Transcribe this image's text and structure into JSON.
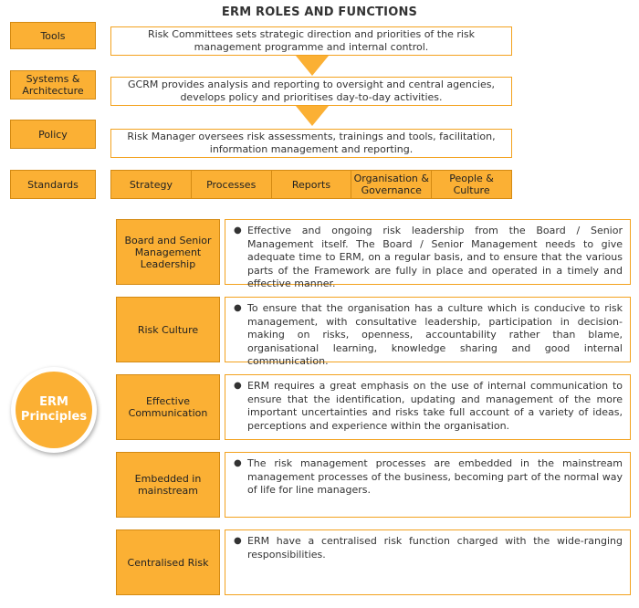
{
  "title": "ERM ROLES AND FUNCTIONS",
  "roles": [
    {
      "label": "Tools",
      "description": "Risk Committees sets strategic direction and priorities of the risk management programme and internal control."
    },
    {
      "label": "Systems & Architecture",
      "description": "GCRM provides analysis and reporting to oversight and central agencies, develops policy and prioritises day-to-day activities."
    },
    {
      "label": "Policy",
      "description": "Risk Manager oversees risk assessments, trainings and tools, facilitation, information management and reporting."
    },
    {
      "label": "Standards"
    }
  ],
  "standards": [
    "Strategy",
    "Processes",
    "Reports",
    "Organisation & Governance",
    "People & Culture"
  ],
  "principles_heading": "ERM Principles",
  "principles": [
    {
      "label": "Board and Senior Management Leadership",
      "description": "Effective and ongoing risk leadership from the Board / Senior Management itself. The Board / Senior Management needs to give adequate time to ERM, on a regular basis, and to ensure that the various parts of the Framework are fully in place and operated in a timely and effective manner."
    },
    {
      "label": "Risk Culture",
      "description": "To ensure that the organisation has a culture which is conducive to risk management, with consultative leadership, participation in decision-making on risks, openness, accountability rather than blame, organisational learning, knowledge sharing and good internal communication."
    },
    {
      "label": "Effective Communication",
      "description": "ERM requires a great emphasis on the use of internal communication to ensure that the identification, updating and management of the more important uncertainties and risks take full account of a variety of ideas, perceptions and experience within the organisation."
    },
    {
      "label": "Embedded in mainstream",
      "description": "The risk management processes are embedded in the mainstream management processes of the business, becoming part of the normal way of life for line managers."
    },
    {
      "label": "Centralised Risk",
      "description": "ERM have a centralised risk function charged with the wide-ranging responsibilities."
    }
  ],
  "colors": {
    "accent": "#fbb034",
    "border": "#d48a12",
    "text": "#333333"
  }
}
